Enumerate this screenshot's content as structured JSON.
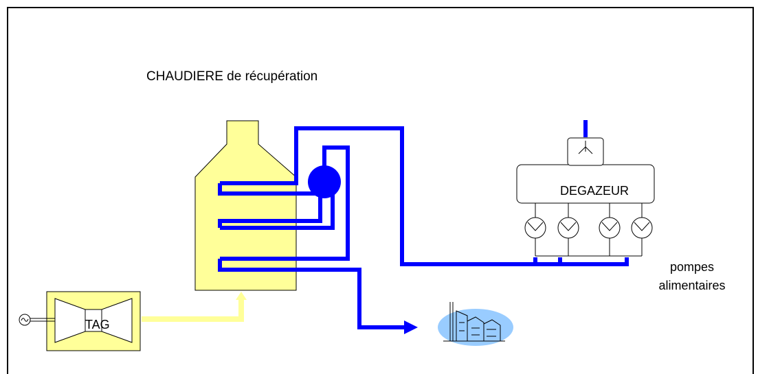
{
  "labels": {
    "title": "CHAUDIERE de récupération",
    "degazeur": "DEGAZEUR",
    "pompes_line1": "pompes",
    "pompes_line2": "alimentaires",
    "tag": "TAG"
  },
  "colors": {
    "boiler_fill": "#ffff99",
    "water_line": "#0000ff",
    "exhaust_gas": "#ffff99",
    "drum": "#0000ff",
    "outline": "#000000",
    "cloud": "#99ccff"
  },
  "icons": {
    "generator": "generator-sine-icon",
    "spray": "spray-nozzle-icon",
    "pump": "pump-icon",
    "factory": "factory-clipart-icon"
  }
}
